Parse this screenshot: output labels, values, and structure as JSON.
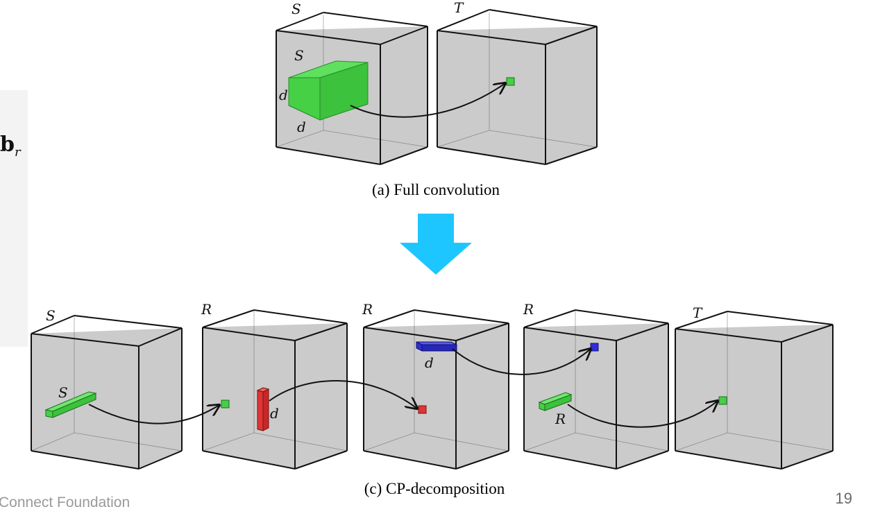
{
  "side_label": {
    "base": "b",
    "sub": "r"
  },
  "footer": {
    "org": "Connect Foundation",
    "page": "19"
  },
  "full_conv": {
    "caption": "(a) Full convolution",
    "box_labels": [
      "S",
      "T"
    ],
    "kernel_labels": {
      "top": "S",
      "left": "d",
      "bottom": "d"
    }
  },
  "cp_decomp": {
    "caption": "(c) CP-decomposition",
    "box_labels": [
      "S",
      "R",
      "R",
      "R",
      "T"
    ],
    "kernel_labels": {
      "s": "S",
      "d1": "d",
      "d2": "d",
      "r": "R"
    }
  },
  "colors": {
    "box": "#c2c2c2",
    "green": "#45d045",
    "red": "#e03535",
    "blue": "#2f2fd6",
    "arrow": "#1ec6ff"
  }
}
